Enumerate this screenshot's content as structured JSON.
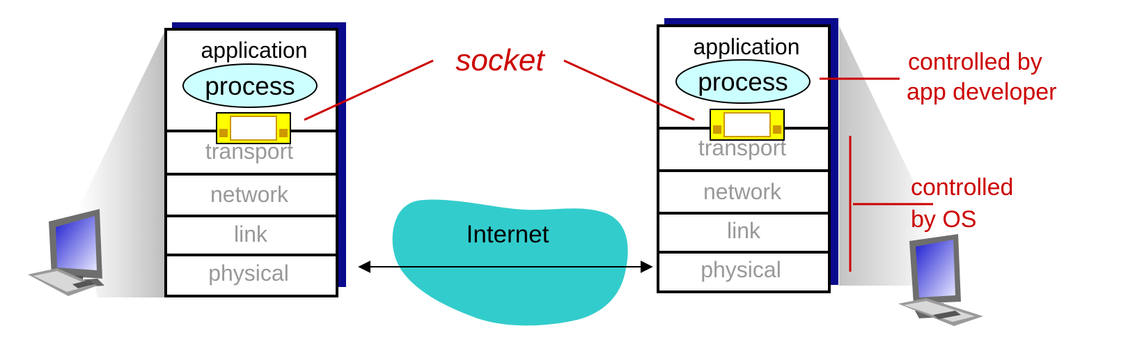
{
  "colors": {
    "stack_shadow": "#0a0a8c",
    "stack_border": "#000000",
    "process_fill": "#ccffff",
    "socket_fill": "#ffff00",
    "socket_accent": "#cc9900",
    "annotation": "#cc0000",
    "cloud": "#33cccc",
    "layer_text": "#999999"
  },
  "left_host": {
    "application_label": "application",
    "process_label": "process",
    "layers": [
      "transport",
      "network",
      "link",
      "physical"
    ],
    "computer_icon": "desktop-computer-icon"
  },
  "right_host": {
    "application_label": "application",
    "process_label": "process",
    "layers": [
      "transport",
      "network",
      "link",
      "physical"
    ],
    "computer_icon": "desktop-computer-icon"
  },
  "socket_label": "socket",
  "internet_label": "Internet",
  "annotations": {
    "app_developer": [
      "controlled by",
      "app developer"
    ],
    "os": [
      "controlled",
      "by OS"
    ]
  }
}
